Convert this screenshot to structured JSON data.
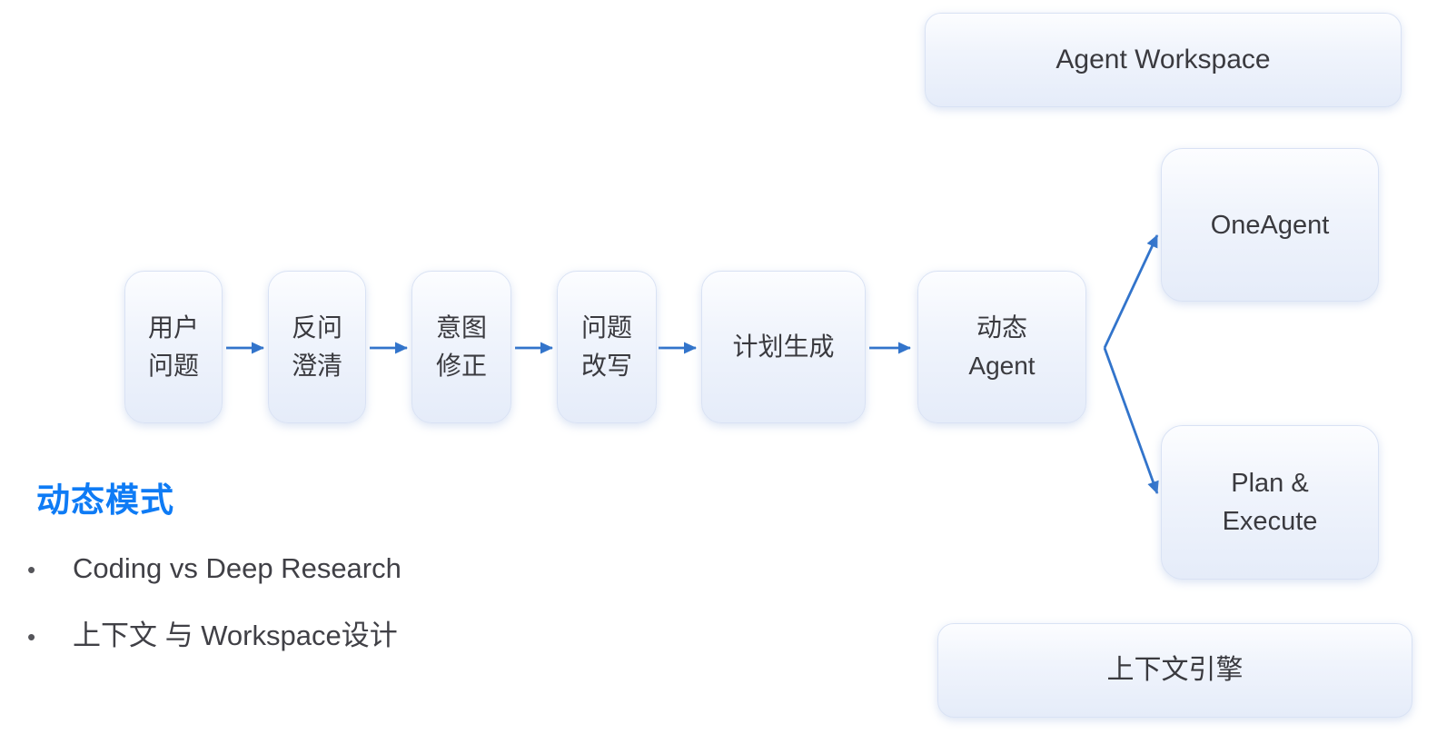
{
  "colors": {
    "arrow": "#3274cb",
    "heading": "#0e7bf5",
    "node_border": "#d9e2f4",
    "node_fill_top": "#fcfdff",
    "node_fill_bottom": "#e5ecf9",
    "node_text": "#3a3a3f"
  },
  "flow": {
    "nodes": {
      "user_question": {
        "lines": [
          "用户",
          "问题"
        ]
      },
      "clarify": {
        "lines": [
          "反问",
          "澄清"
        ]
      },
      "intent_fix": {
        "lines": [
          "意图",
          "修正"
        ]
      },
      "rewrite": {
        "lines": [
          "问题",
          "改写"
        ]
      },
      "plan_gen": {
        "lines": [
          "计划生成"
        ]
      },
      "dynamic_agent": {
        "lines": [
          "动态",
          "Agent"
        ]
      },
      "one_agent": {
        "lines": [
          "OneAgent"
        ]
      },
      "plan_execute": {
        "lines": [
          "Plan &",
          "Execute"
        ]
      }
    }
  },
  "banners": {
    "agent_workspace": "Agent Workspace",
    "context_engine": "上下文引擎"
  },
  "notes": {
    "heading": "动态模式",
    "bullets": [
      {
        "marker": "•",
        "text": "Coding vs Deep Research"
      },
      {
        "marker": "•",
        "text": "上下文 与 Workspace设计"
      }
    ]
  }
}
